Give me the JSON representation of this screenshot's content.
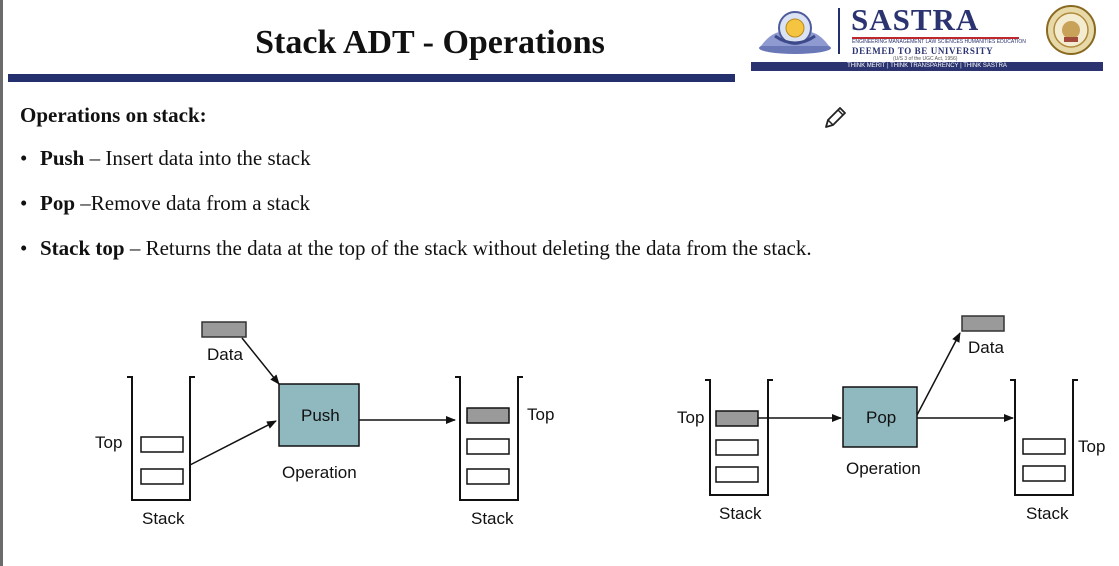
{
  "slide": {
    "title": "Stack ADT - Operations",
    "heading": "Operations on stack:"
  },
  "logo": {
    "name": "SASTRA",
    "fine_print": "ENGINEERING  MANAGEMENT  LAW  SCIENCES  HUMANITIES  EDUCATION",
    "tagline": "DEEMED TO BE UNIVERSITY",
    "established": "(U/S 3 of the UGC Act, 1956)",
    "motto": "THINK MERIT | THINK TRANSPARENCY | THINK SASTRA"
  },
  "bullets": [
    {
      "term": "Push",
      "desc": " – Insert data into the stack"
    },
    {
      "term": "Pop",
      "desc": " –Remove data from a stack"
    },
    {
      "term": "Stack top",
      "desc": " – Returns the data at the top of the stack without deleting the data from the stack."
    }
  ],
  "bullet_glyph": "•",
  "diagram": {
    "push": {
      "data_label": "Data",
      "top_label_before": "Top",
      "stack_label_before": "Stack",
      "op_label": "Push",
      "operation_label": "Operation",
      "top_label_after": "Top",
      "stack_label_after": "Stack"
    },
    "pop": {
      "top_label_before": "Top",
      "stack_label_before": "Stack",
      "op_label": "Pop",
      "operation_label": "Operation",
      "data_label": "Data",
      "top_label_after": "Top",
      "stack_label_after": "Stack"
    }
  },
  "colors": {
    "title_bar": "#24306e",
    "op_box": "#8fb8bf",
    "data_cell": "#9a9a9a",
    "brand": "#2b3470"
  }
}
